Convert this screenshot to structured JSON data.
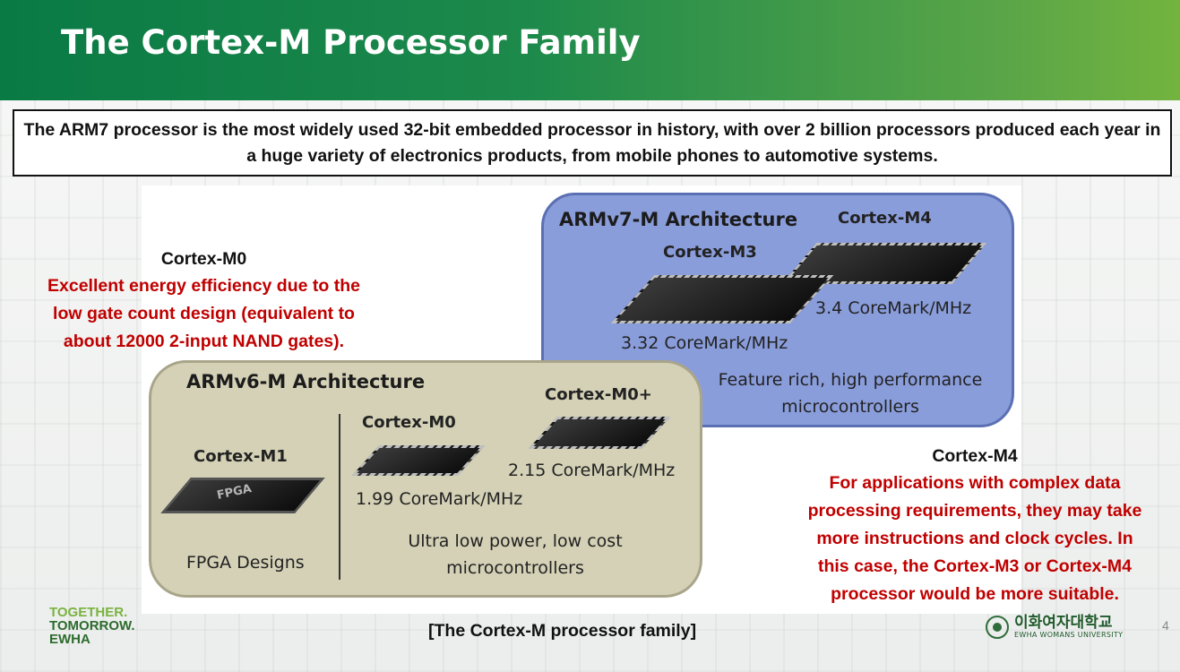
{
  "slide": {
    "title": "The Cortex-M Processor Family",
    "summary": "The ARM7 processor is the most widely used 32-bit embedded processor in history, with over 2 billion processors produced each year in a huge variety of electronics products, from mobile phones to automotive systems.",
    "page_number": "4",
    "caption": "[The Cortex-M processor family]"
  },
  "figure": {
    "armv7": {
      "title": "ARMv7-M Architecture",
      "m4_name": "Cortex-M4",
      "m4_perf": "3.4 CoreMark/MHz",
      "m3_name": "Cortex-M3",
      "m3_perf": "3.32 CoreMark/MHz",
      "desc_line1": "Feature rich, high performance",
      "desc_line2": "microcontrollers"
    },
    "armv6": {
      "title": "ARMv6-M Architecture",
      "m1_name": "Cortex-M1",
      "m1_chip_label": "FPGA",
      "m1_desc": "FPGA Designs",
      "m0_name": "Cortex-M0",
      "m0_perf": "1.99 CoreMark/MHz",
      "m0plus_name": "Cortex-M0+",
      "m0plus_perf": "2.15 CoreMark/MHz",
      "desc_line1": "Ultra low power, low cost",
      "desc_line2": "microcontrollers"
    }
  },
  "callouts": {
    "m0": {
      "title": "Cortex-M0",
      "lines": [
        "Excellent energy efficiency due to the",
        "low gate count design (equivalent to",
        "about 12000 2-input NAND gates)."
      ]
    },
    "m4": {
      "title": "Cortex-M4",
      "lines": [
        "For applications with complex data",
        "processing requirements, they may take",
        "more instructions and clock cycles. In",
        "this case, the Cortex-M3 or Cortex-M4",
        "processor would be more suitable."
      ]
    }
  },
  "branding": {
    "left_logo": [
      "TOGETHER.",
      "TOMORROW.",
      "EWHA"
    ],
    "right_logo_korean": "이화여자대학교",
    "right_logo_english": "EWHA WOMANS UNIVERSITY"
  },
  "colors": {
    "header_start": "#0a7a45",
    "header_end": "#73b43f",
    "callout_red": "#c00000",
    "armv7_box": "#8a9ddb",
    "armv6_box": "#d4d1b6"
  }
}
